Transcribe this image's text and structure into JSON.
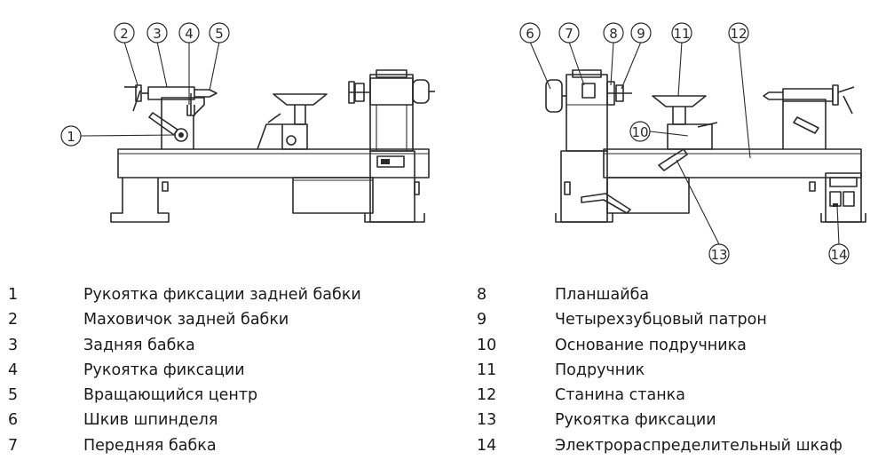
{
  "left_callouts": [
    "1",
    "2",
    "3",
    "4",
    "5"
  ],
  "right_callouts": [
    "6",
    "7",
    "8",
    "9",
    "11",
    "12",
    "10",
    "13",
    "14"
  ],
  "legend_left": [
    {
      "num": "1",
      "label": "Рукоятка фиксации задней бабки"
    },
    {
      "num": "2",
      "label": "Маховичок задней бабки"
    },
    {
      "num": "3",
      "label": "Задняя бабка"
    },
    {
      "num": "4",
      "label": "Рукоятка фиксации"
    },
    {
      "num": "5",
      "label": "Вращающийся центр"
    },
    {
      "num": "6",
      "label": "Шкив шпинделя"
    },
    {
      "num": "7",
      "label": "Передняя бабка"
    }
  ],
  "legend_right": [
    {
      "num": "8",
      "label": "Планшайба"
    },
    {
      "num": "9",
      "label": "Четырехзубцовый патрон"
    },
    {
      "num": "10",
      "label": "Основание подручника"
    },
    {
      "num": "11",
      "label": "Подручник"
    },
    {
      "num": "12",
      "label": "Станина станка"
    },
    {
      "num": "13",
      "label": "Рукоятка фиксации"
    },
    {
      "num": "14",
      "label": "Электрораспределительный шкаф"
    }
  ]
}
